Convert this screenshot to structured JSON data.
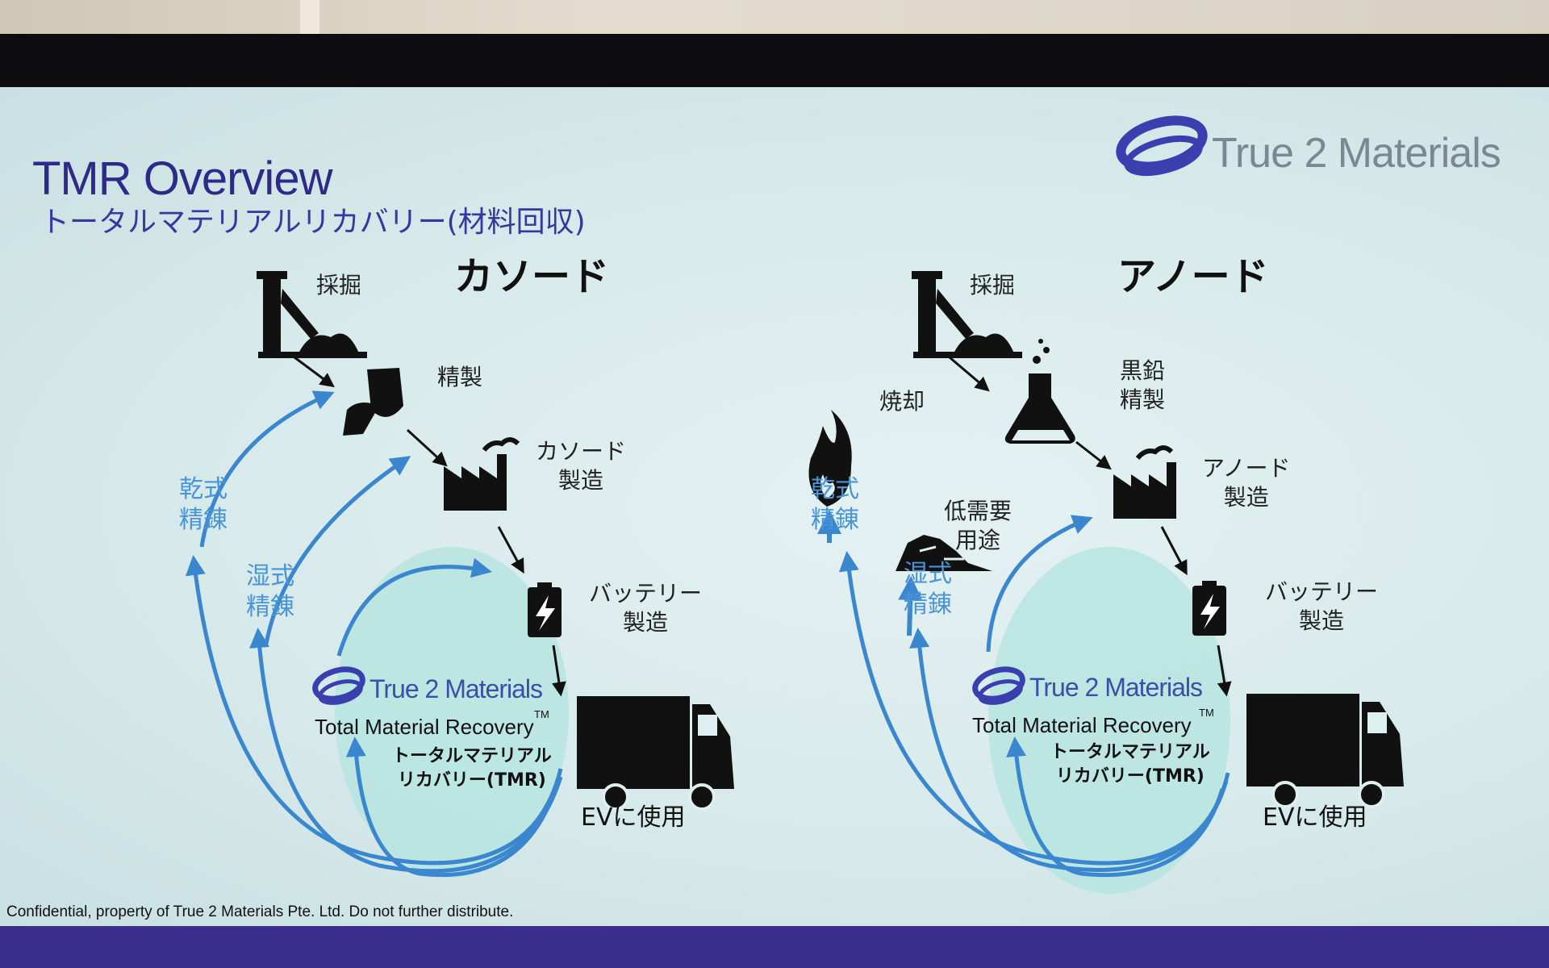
{
  "slide": {
    "title": "TMR Overview",
    "subtitle": "トータルマテリアルリカバリー(材料回収)",
    "logo_text": "True 2 Materials",
    "footer": "Confidential, property of True 2 Materials Pte. Ltd. Do not further distribute."
  },
  "cathode": {
    "heading": "カソード",
    "mining": "採掘",
    "refining": "精製",
    "manufacturing": "カソード\n製造",
    "battery": "バッテリー\n製造",
    "ev": "EVに使用",
    "pyro": "乾式\n精錬",
    "hydro": "湿式\n精錬",
    "tmr_brand": "True 2 Materials",
    "tmr_en": "Total Material Recovery",
    "tmr_tm": "TM",
    "tmr_jp": "トータルマテリアル\nリカバリー(TMR)"
  },
  "anode": {
    "heading": "アノード",
    "mining": "採掘",
    "refining": "黒鉛\n精製",
    "manufacturing": "アノード\n製造",
    "battery": "バッテリー\n製造",
    "ev": "EVに使用",
    "incineration": "焼却",
    "low_demand": "低需要\n用途",
    "pyro": "乾式\n精錬",
    "hydro": "湿式\n精錬",
    "tmr_brand": "True 2 Materials",
    "tmr_en": "Total Material Recovery",
    "tmr_tm": "TM",
    "tmr_jp": "トータルマテリアル\nリカバリー(TMR)"
  },
  "colors": {
    "title": "#2e2a8a",
    "recycle_arrow": "#3a86cf",
    "tmr_circle": "#b3e4df",
    "footer_bar": "#3a2d8c"
  }
}
